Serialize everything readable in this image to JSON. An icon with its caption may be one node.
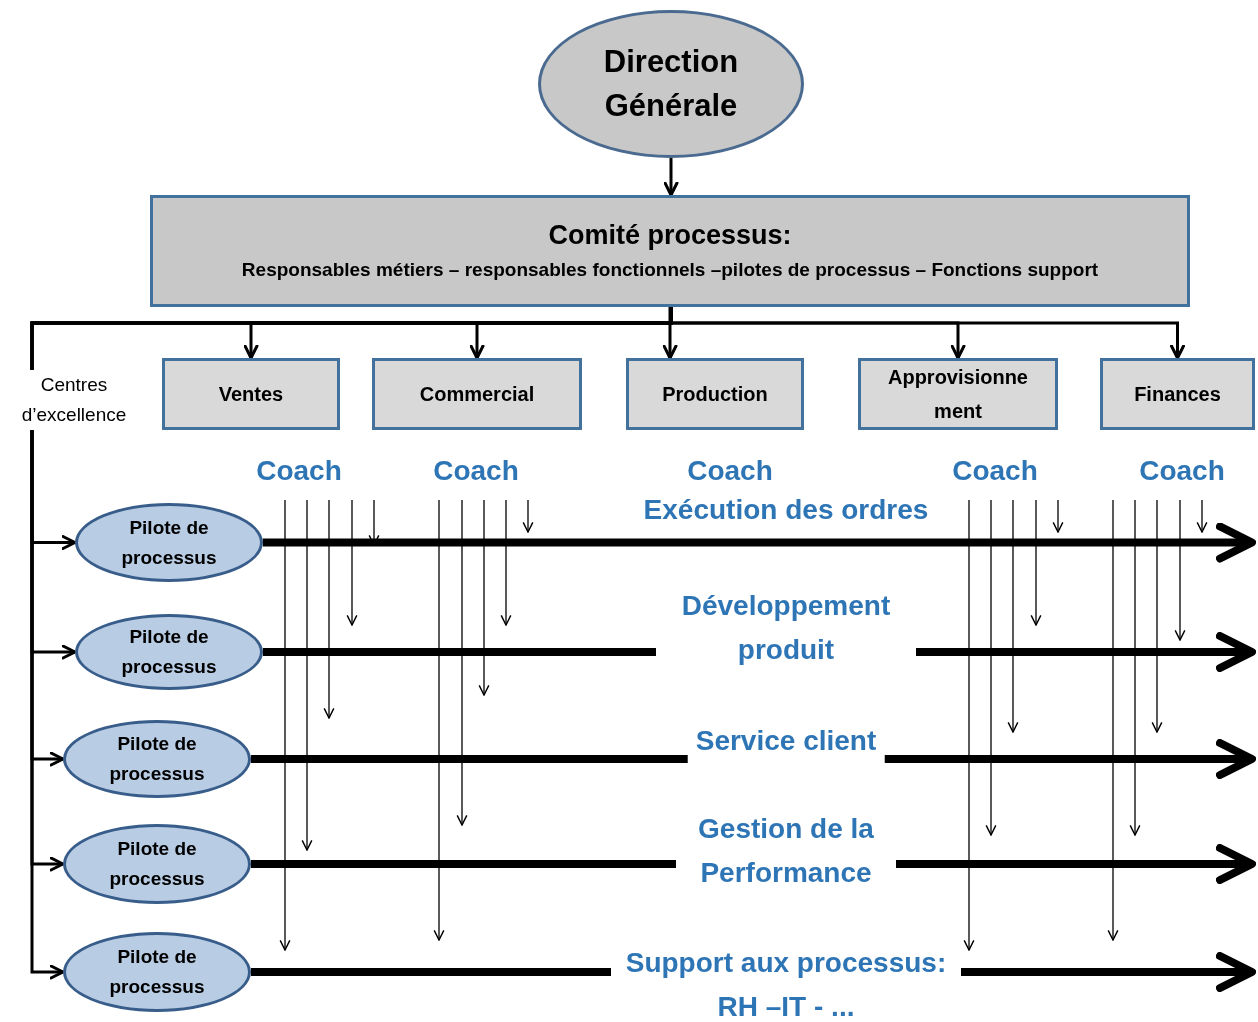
{
  "diagram": {
    "nodes": [
      {
        "text": [
          "Direction Générale"
        ]
      },
      {
        "text": [
          "Comité processus:",
          "Responsables métiers – responsables fonctionnels –pilotes de processus – Fonctions support"
        ]
      },
      {
        "text": [
          "Ventes"
        ]
      },
      {
        "text": [
          "Commercial"
        ]
      },
      {
        "text": [
          "Production"
        ]
      },
      {
        "text": [
          "Approvisionne ment"
        ]
      },
      {
        "text": [
          "Finances"
        ]
      },
      {
        "text": [
          "Pilote de processus"
        ]
      },
      {
        "text": [
          "Pilote de processus"
        ]
      },
      {
        "text": [
          "Pilote de processus"
        ]
      },
      {
        "text": [
          "Pilote de processus"
        ]
      },
      {
        "text": [
          "Pilote de processus"
        ]
      }
    ],
    "edges": [
      {
        "from": 0,
        "to": 1,
        "arrow": "to"
      },
      {
        "from": 1,
        "to": 2,
        "arrow": "to"
      },
      {
        "from": 1,
        "to": 3,
        "arrow": "to"
      },
      {
        "from": 1,
        "to": 4,
        "arrow": "to"
      },
      {
        "from": 1,
        "to": 5,
        "arrow": "to"
      },
      {
        "from": 1,
        "to": 6,
        "arrow": "to"
      },
      {
        "from": 1,
        "to": 7,
        "arrow": "to"
      },
      {
        "from": 1,
        "to": 8,
        "arrow": "to"
      },
      {
        "from": 1,
        "to": 9,
        "arrow": "to"
      },
      {
        "from": 1,
        "to": 10,
        "arrow": "to"
      },
      {
        "from": 1,
        "to": 11,
        "arrow": "to"
      },
      {
        "from": 7,
        "to": null,
        "arrow": "to",
        "label": "Exécution des ordres",
        "style": "thick"
      },
      {
        "from": 8,
        "to": null,
        "arrow": "to",
        "label": "Développement produit",
        "style": "thick"
      },
      {
        "from": 9,
        "to": null,
        "arrow": "to",
        "label": "Service client",
        "style": "thick"
      },
      {
        "from": 10,
        "to": null,
        "arrow": "to",
        "label": "Gestion de la Performance",
        "style": "thick"
      },
      {
        "from": 11,
        "to": null,
        "arrow": "to",
        "label": "Support aux processus: RH –IT - ...",
        "style": "thick"
      }
    ],
    "labels": [
      "Centres d’excellence",
      "Coach",
      "Coach",
      "Coach",
      "Coach",
      "Coach"
    ]
  }
}
